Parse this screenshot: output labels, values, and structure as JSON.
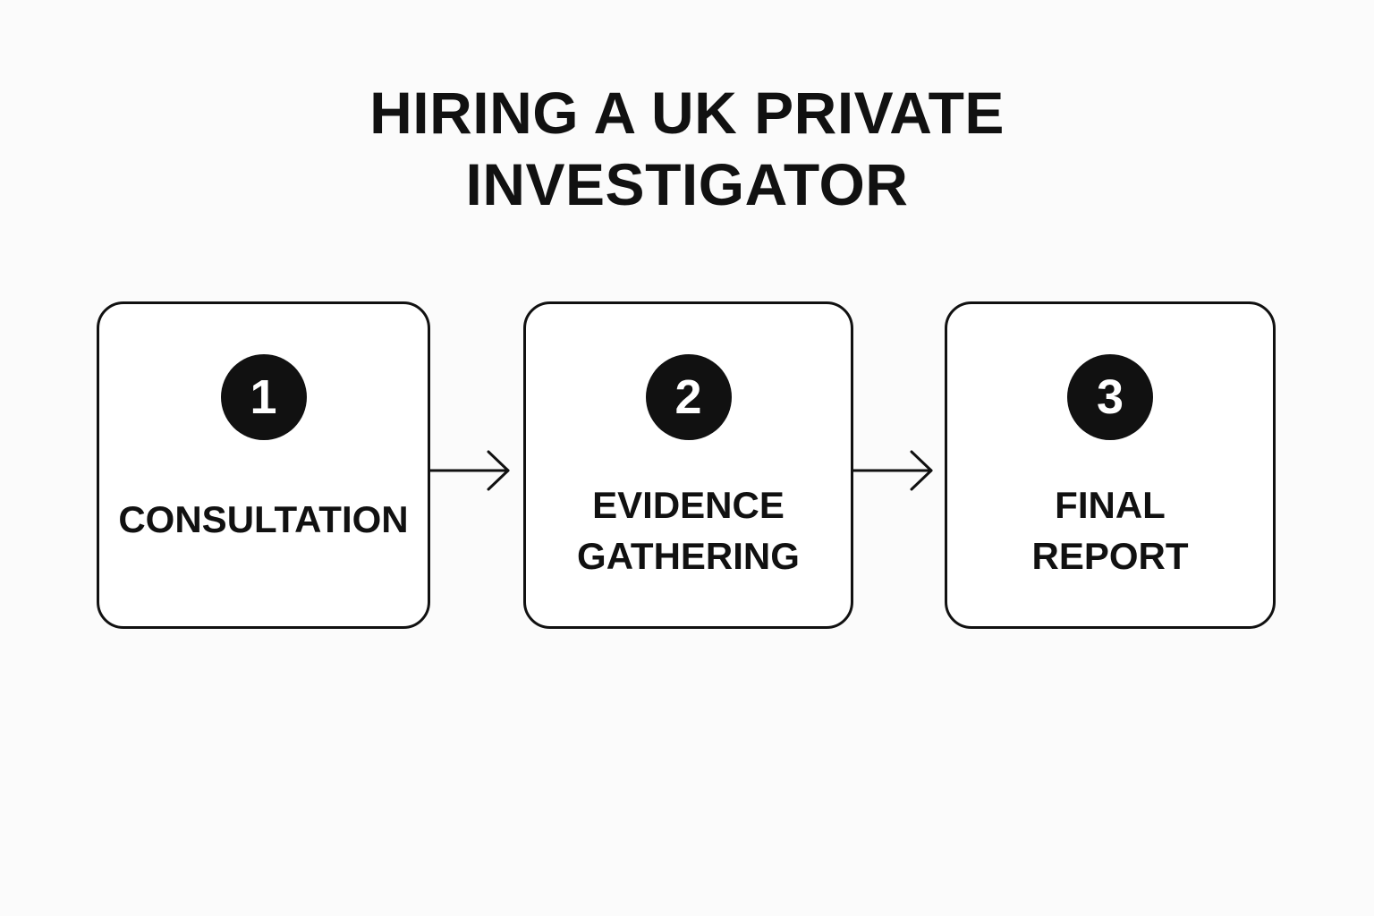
{
  "title": {
    "line1": "HIRING A UK PRIVATE",
    "line2": "INVESTIGATOR"
  },
  "steps": [
    {
      "number": "1",
      "label_lines": [
        "CONSULTATION"
      ]
    },
    {
      "number": "2",
      "label_lines": [
        "EVIDENCE",
        "GATHERING"
      ]
    },
    {
      "number": "3",
      "label_lines": [
        "FINAL",
        "REPORT"
      ]
    }
  ],
  "colors": {
    "background": "#fbfbfb",
    "ink": "#111111",
    "box_fill": "#ffffff",
    "badge_text": "#ffffff"
  },
  "icons": {
    "connector": "arrow-right-icon"
  }
}
